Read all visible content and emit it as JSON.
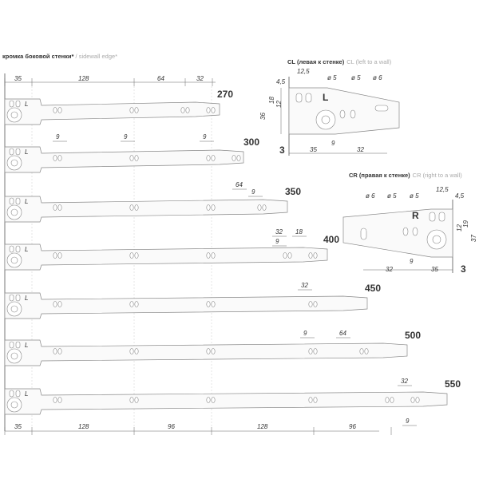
{
  "header": {
    "title_main": "кромка боковой стенки*",
    "title_sep": " / ",
    "title_en": "sidewall edge*"
  },
  "top_dims": [
    "35",
    "128",
    "64",
    "32"
  ],
  "bottom_dims": [
    "35",
    "128",
    "96",
    "128",
    "96"
  ],
  "rails": [
    {
      "length": "270",
      "dims": []
    },
    {
      "length": "300",
      "dims": [
        "9",
        "9",
        "9"
      ]
    },
    {
      "length": "350",
      "dims": [
        "64",
        "9"
      ]
    },
    {
      "length": "400",
      "dims": [
        "32",
        "18",
        "9"
      ]
    },
    {
      "length": "450",
      "dims": [
        "32"
      ]
    },
    {
      "length": "500",
      "dims": [
        "9",
        "64"
      ]
    },
    {
      "length": "550",
      "dims": [
        "32",
        "9"
      ]
    }
  ],
  "rail_letter": "L",
  "cl": {
    "title_ru": "CL (левая к стенке)",
    "title_en": "CL (left to a wall)",
    "letter": "L",
    "dims": {
      "d1": "4,5",
      "d2": "12,5",
      "d3": "ø 5",
      "d4": "ø 5",
      "d5": "ø 6",
      "v1": "18",
      "v2": "12",
      "v3": "36",
      "h1": "3",
      "h2": "35",
      "h3": "9",
      "h4": "32"
    }
  },
  "cr": {
    "title_ru": "CR (правая к стенке)",
    "title_en": "CR (right to a wall)",
    "letter": "R",
    "dims": {
      "d1": "ø 6",
      "d2": "ø 5",
      "d3": "ø 5",
      "d4": "12,5",
      "d5": "4,5",
      "v1": "12",
      "v2": "19",
      "v3": "37",
      "h1": "32",
      "h2": "9",
      "h3": "35",
      "h4": "3"
    }
  }
}
